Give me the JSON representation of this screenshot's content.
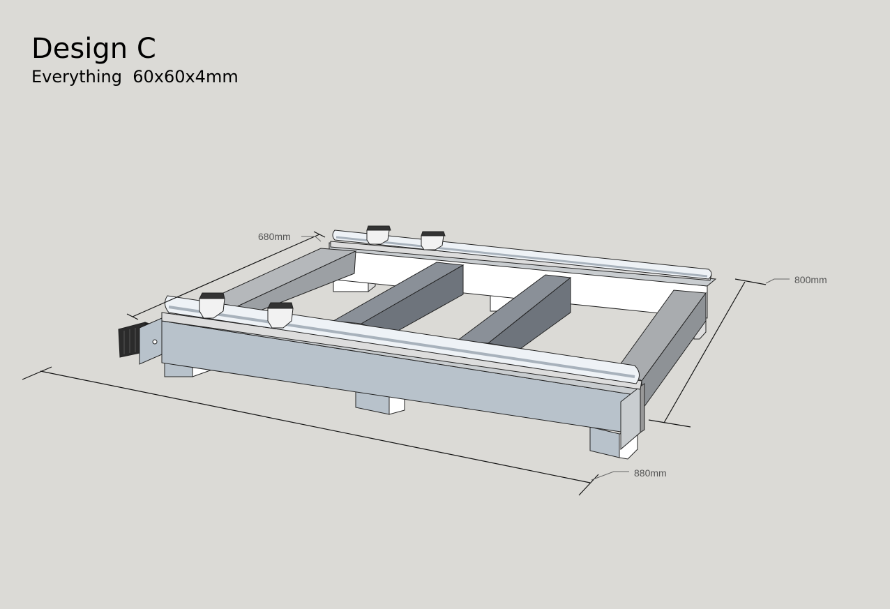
{
  "header": {
    "title": "Design C",
    "subtitle": "Everything  60x60x4mm"
  },
  "dimensions": {
    "depth_left": "680mm",
    "depth_right": "800mm",
    "length_front": "880mm"
  },
  "colors": {
    "background": "#dbdad6",
    "beam_front": "#b8c2cb",
    "beam_top": "#c9cdd0",
    "cross_beam": "#6e747c",
    "cross_beam_light": "#8a9098",
    "white_face": "#ffffff",
    "rail_light": "#eef2f6",
    "rail_shadow": "#a8b2bc",
    "line": "#222222"
  }
}
